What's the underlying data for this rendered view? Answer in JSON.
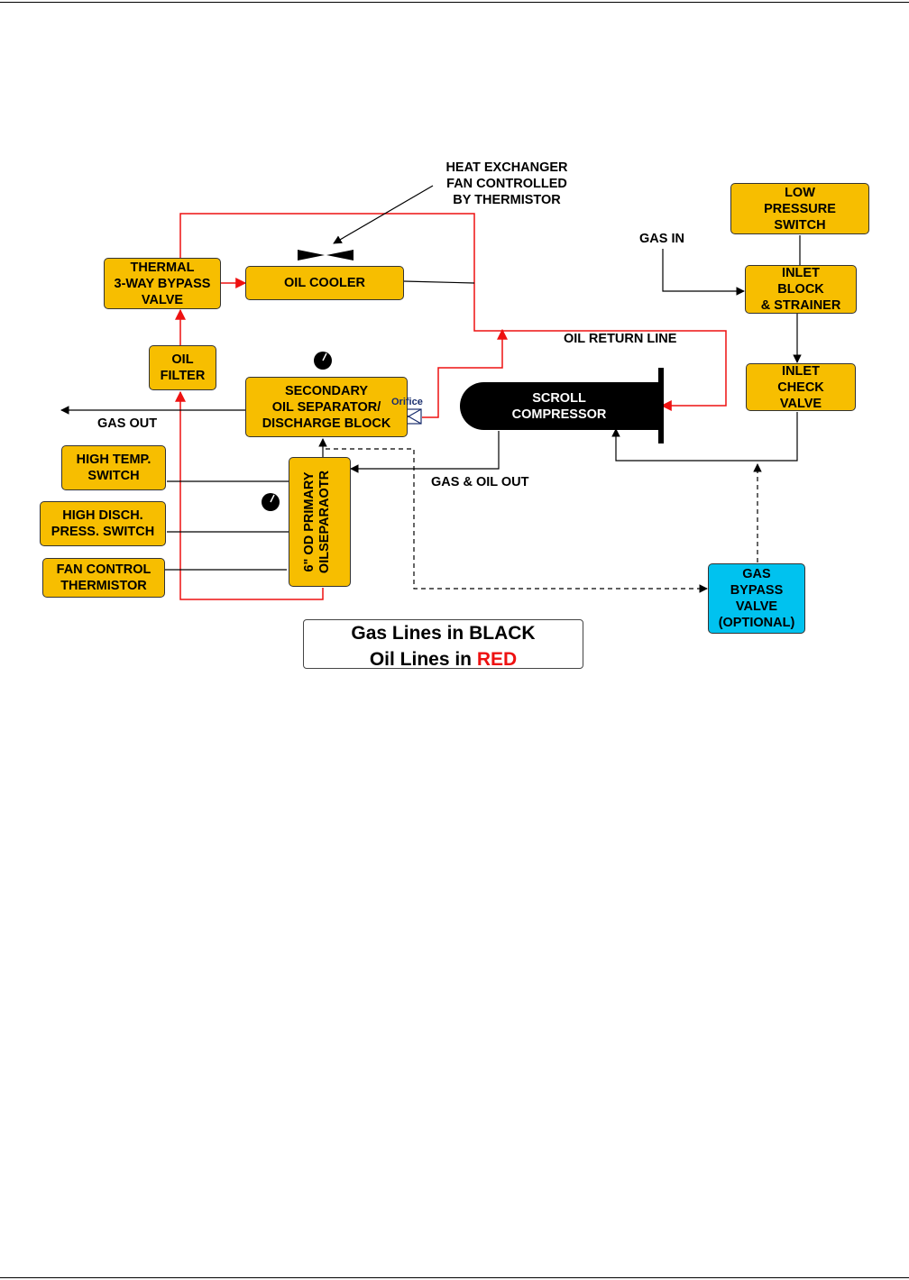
{
  "labels": {
    "heat_exchanger": "HEAT EXCHANGER\nFAN CONTROLLED\nBY THERMISTOR",
    "gas_in": "GAS IN",
    "oil_return_line": "OIL RETURN LINE",
    "gas_out": "GAS OUT",
    "gas_oil_out": "GAS & OIL OUT",
    "orifice": "Orifice"
  },
  "boxes": {
    "low_pressure_switch": "LOW\nPRESSURE\nSWITCH",
    "thermal_bypass_valve": "THERMAL\n3-WAY BYPASS\nVALVE",
    "oil_cooler": "OIL COOLER",
    "inlet_block": "INLET\nBLOCK\n& STRAINER",
    "oil_filter": "OIL\nFILTER",
    "secondary_separator": "SECONDARY\nOIL SEPARATOR/\nDISCHARGE BLOCK",
    "scroll_compressor": "SCROLL\nCOMPRESSOR",
    "inlet_check_valve": "INLET\nCHECK\nVALVE",
    "high_temp_switch": "HIGH TEMP.\nSWITCH",
    "primary_separator": "6\" OD PRIMARY\nOILSEPARAOTR",
    "high_disch_switch": "HIGH DISCH.\nPRESS. SWITCH",
    "fan_control_thermistor": "FAN CONTROL\nTHERMISTOR",
    "gas_bypass_valve": "GAS\nBYPASS\nVALVE\n(OPTIONAL)"
  },
  "legend": {
    "gas_prefix": "Gas Lines in ",
    "gas_color_word": "BLACK",
    "oil_prefix": "Oil Lines in ",
    "oil_color_word": "RED"
  },
  "colors": {
    "box_fill": "#f7be00",
    "bypass_fill": "#00c2ef",
    "gas_line": "#000000",
    "oil_line": "#ee1111"
  }
}
